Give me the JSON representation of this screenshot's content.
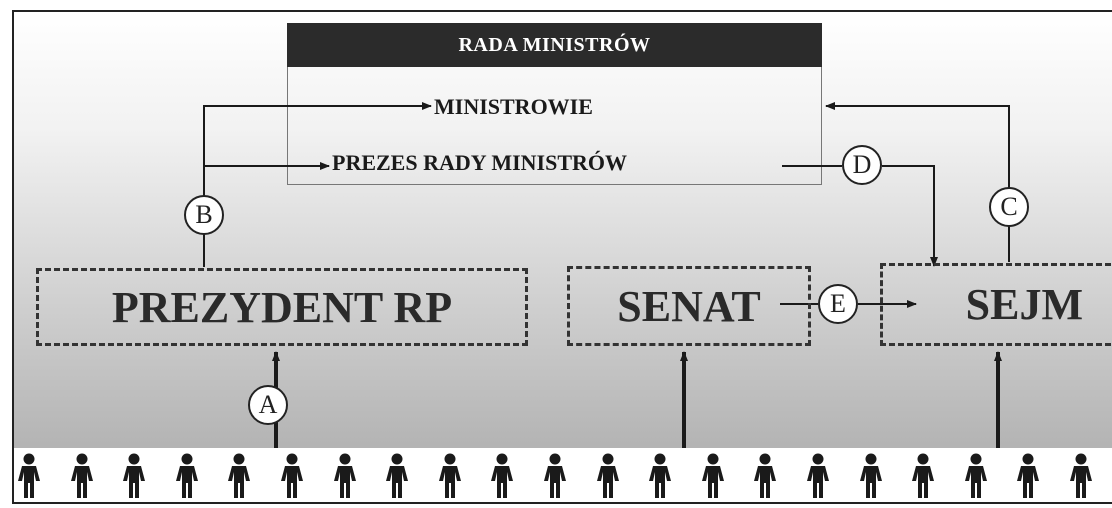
{
  "cabinet": {
    "title": "RADA  MINISTRÓW",
    "ministers": "MINISTROWIE",
    "prime_minister": "PREZES RADY MINISTRÓW"
  },
  "bodies": {
    "president": "PREZYDENT RP",
    "senate": "SENAT",
    "sejm": "SEJM"
  },
  "markers": [
    "A",
    "B",
    "C",
    "D",
    "E"
  ],
  "people": {
    "icon": "person-icon",
    "count": 21
  },
  "colors": {
    "title_bar": "#2b2b2b",
    "line": "#1a1a1a",
    "gradient_top": "#ffffff",
    "gradient_bottom": "#a9a9a9"
  }
}
